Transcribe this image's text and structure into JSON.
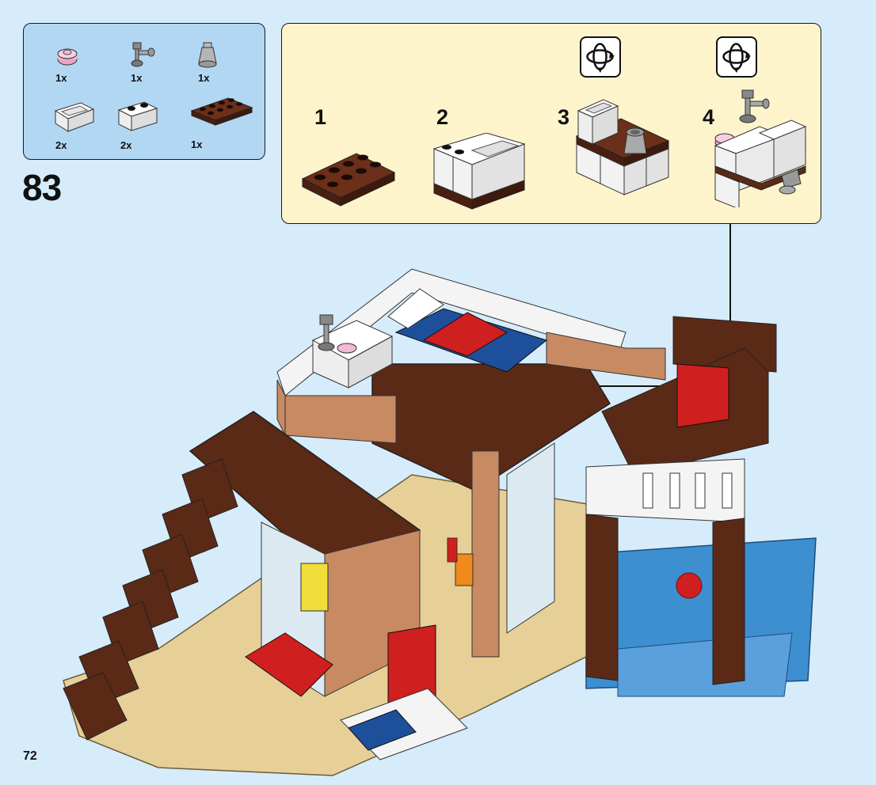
{
  "parts_list": {
    "items": [
      {
        "name": "pink-round-plate-icon",
        "qty": "1x"
      },
      {
        "name": "gray-faucet-bar-icon",
        "qty": "1x"
      },
      {
        "name": "gray-cone-icon",
        "qty": "1x"
      },
      {
        "name": "white-sink-brick-icon",
        "qty": "2x"
      },
      {
        "name": "white-brick-1x2-icon",
        "qty": "2x"
      },
      {
        "name": "brown-plate-2x4-icon",
        "qty": "1x"
      }
    ]
  },
  "step": {
    "number": "83"
  },
  "substeps": [
    {
      "label": "1"
    },
    {
      "label": "2"
    },
    {
      "label": "3"
    },
    {
      "label": "4"
    }
  ],
  "page": {
    "number": "72"
  },
  "colors": {
    "background": "#d6ecfa",
    "parts_panel": "#b2d7f3",
    "substep_panel": "#fdf4cc",
    "brown": "#5a2a17",
    "white": "#f4f4f4",
    "red": "#d01f1f",
    "blue": "#1e4f9a",
    "tan": "#e7cf98"
  }
}
